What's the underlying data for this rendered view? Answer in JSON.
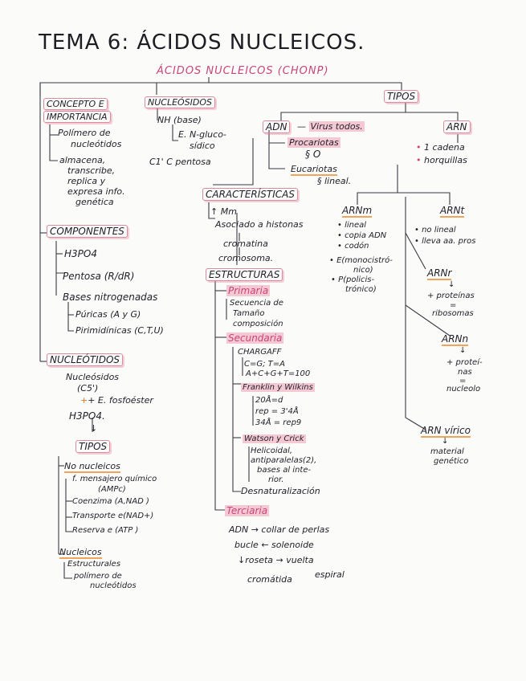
{
  "title": "TEMA 6: ÁCIDOS NUCLEICOS.",
  "subtitle": "ÁCIDOS NUCLEICOS (CHONP)",
  "concepto": {
    "heading_line1": "CONCEPTO E",
    "heading_line2": "IMPORTANCIA",
    "items": [
      "Polímero de",
      "nucleótidos",
      "almacena,",
      "transcribe,",
      "replica y",
      "expresa info.",
      "genética"
    ]
  },
  "nucleosidos_top": {
    "heading": "NUCLEÓSIDOS",
    "items": [
      "NH (base)",
      "E. N-gluco-",
      "sídico",
      "C1' C pentosa"
    ]
  },
  "tipos_top": {
    "heading": "TIPOS",
    "adn": "ADN",
    "adn_virus": "Virus todos.",
    "procariotas": "Procariotas",
    "procariotas_note": "§ O",
    "eucariotas": "Eucariotas",
    "eucariotas_note": "§ lineal.",
    "arn": "ARN",
    "arn_items": [
      "1 cadena",
      "horquillas"
    ]
  },
  "caracteristicas": {
    "heading": "CARACTERÍSTICAS",
    "items": [
      "↑ Mm",
      "Asociado a histonas",
      "cromatina",
      "cromosoma."
    ]
  },
  "estructuras": {
    "heading": "ESTRUCTURAS",
    "primaria": "Primaria",
    "primaria_items": [
      "Secuencia de",
      "Tamaño",
      "composición"
    ],
    "secundaria": "Secundaria",
    "chargaff": "CHARGAFF",
    "chargaff_items": [
      "C=G; T=A",
      "A+C+G+T=100"
    ],
    "franklin": "Franklin y Wilkins",
    "franklin_items": [
      "20Å=d",
      "rep = 3'4Å",
      "34Å = rep9"
    ],
    "watson": "Watson y Crick",
    "watson_items": [
      "Helicoidal,",
      "antiparalelas(2),",
      "bases al inte-",
      "rior."
    ],
    "desnat": "Desnaturalización",
    "terciaria": "Terciaria",
    "terciaria_items": [
      "ADN → collar de perlas",
      "bucle ← solenoide",
      "↓roseta → vuelta",
      "espiral",
      "cromátida"
    ]
  },
  "arn_types": {
    "arnm": "ARNm",
    "arnm_items": [
      "• lineal",
      "• copia ADN",
      "• codón",
      "• E(monocistró-",
      "nico)",
      "• P(policis-",
      "trónico)"
    ],
    "arnt": "ARNt",
    "arnt_items": [
      "• no lineal",
      "• lleva aa. pros"
    ],
    "arnr": "ARNr",
    "arnr_items": [
      "+ proteínas",
      "=",
      "ribosomas"
    ],
    "arnn": "ARNn",
    "arnn_items": [
      "+ proteí-",
      "nas",
      "=",
      "nucleolo"
    ],
    "arnv": "ARN vírico",
    "arnv_items": [
      "material",
      "genético"
    ]
  },
  "componentes": {
    "heading": "COMPONENTES",
    "items": [
      "H3PO4",
      "Pentosa (R/dR)",
      "Bases nitrogenadas",
      "Púricas (A y G)",
      "Pirimidínicas (C,T,U)"
    ]
  },
  "nucleotidos": {
    "heading": "NUCLEÓTIDOS",
    "items": [
      "Nucleósidos",
      "(C5')",
      "+ E. fosfoéster",
      "H3PO4."
    ],
    "tipos": "TIPOS",
    "no_nucleicos": "No nucleicos",
    "no_nucleicos_items": [
      "f. mensajero químico",
      "(AMPc)",
      "Coenzima (A,NAD )",
      "Transporte e(NAD+)",
      "Reserva e (ATP )"
    ],
    "nucleicos": "Nucleicos",
    "nucleicos_items": [
      "Estructurales",
      "polímero de",
      "nucleótidos"
    ]
  }
}
